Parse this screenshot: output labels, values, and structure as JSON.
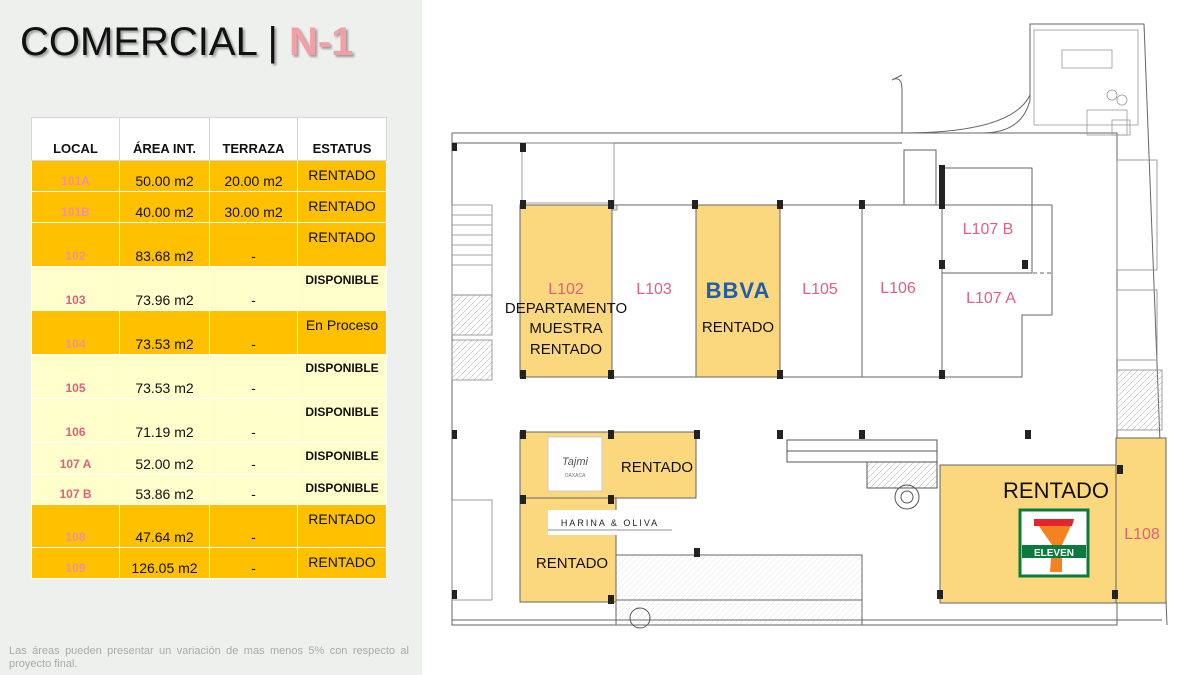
{
  "title": {
    "main": "COMERCIAL |",
    "level": "N-1"
  },
  "table": {
    "headers": [
      "LOCAL",
      "ÁREA INT.",
      "TERRAZA",
      "ESTATUS"
    ],
    "rows": [
      {
        "local": "101A",
        "area": "50.00 m2",
        "terraza": "20.00 m2",
        "estatus": "RENTADO",
        "h": 31
      },
      {
        "local": "101B",
        "area": "40.00 m2",
        "terraza": "30.00 m2",
        "estatus": "RENTADO",
        "h": 31
      },
      {
        "local": "102",
        "area": "83.68 m2",
        "terraza": "-",
        "estatus": "RENTADO",
        "h": 44
      },
      {
        "local": "103",
        "area": "73.96 m2",
        "terraza": "-",
        "estatus": "DISPONIBLE",
        "h": 44
      },
      {
        "local": "104",
        "area": "73.53 m2",
        "terraza": "-",
        "estatus": "En Proceso",
        "h": 44
      },
      {
        "local": "105",
        "area": "73.53 m2",
        "terraza": "-",
        "estatus": "DISPONIBLE",
        "h": 44
      },
      {
        "local": "106",
        "area": "71.19 m2",
        "terraza": "-",
        "estatus": "DISPONIBLE",
        "h": 44
      },
      {
        "local": "107 A",
        "area": "52.00 m2",
        "terraza": "-",
        "estatus": "DISPONIBLE",
        "h": 32
      },
      {
        "local": "107 B",
        "area": "53.86 m2",
        "terraza": "-",
        "estatus": "DISPONIBLE",
        "h": 30
      },
      {
        "local": "108",
        "area": "47.64 m2",
        "terraza": "-",
        "estatus": "RENTADO",
        "h": 43
      },
      {
        "local": "109",
        "area": "126.05 m2",
        "terraza": "-",
        "estatus": "RENTADO",
        "h": 31
      }
    ]
  },
  "note": "Las áreas pueden presentar un variación de mas menos 5% con respecto al proyecto final.",
  "plan": {
    "l102": "L102",
    "l102_text": [
      "DEPARTAMENTO",
      "MUESTRA",
      "RENTADO"
    ],
    "l103": "L103",
    "l104_logo": "BBVA",
    "l104_text": "RENTADO",
    "l105": "L105",
    "l106": "L106",
    "l107b": "L107 B",
    "l107a": "L107 A",
    "tajmi_logo": "Tajmi",
    "tajmi_sub": "OAXACA",
    "tajmi_text": "RENTADO",
    "harina_logo": "HARINA & OLIVA",
    "harina_text": "RENTADO",
    "big_text": "RENTADO",
    "l108": "L108",
    "eleven_logo": "ELEVEN",
    "eleven_letter": "L"
  },
  "colors": {
    "rentado_row": "#ffc000",
    "disponible_row": "#ffffcc",
    "rented_unit": "#fbd77e",
    "unit_label": "#e0607e",
    "local_rented_text": "#f090a0",
    "local_available_text": "#e0607e",
    "bbva_blue": "#1f5fa8",
    "eleven_green": "#0b7a3e",
    "eleven_red": "#e3262e",
    "eleven_orange": "#f58220"
  }
}
